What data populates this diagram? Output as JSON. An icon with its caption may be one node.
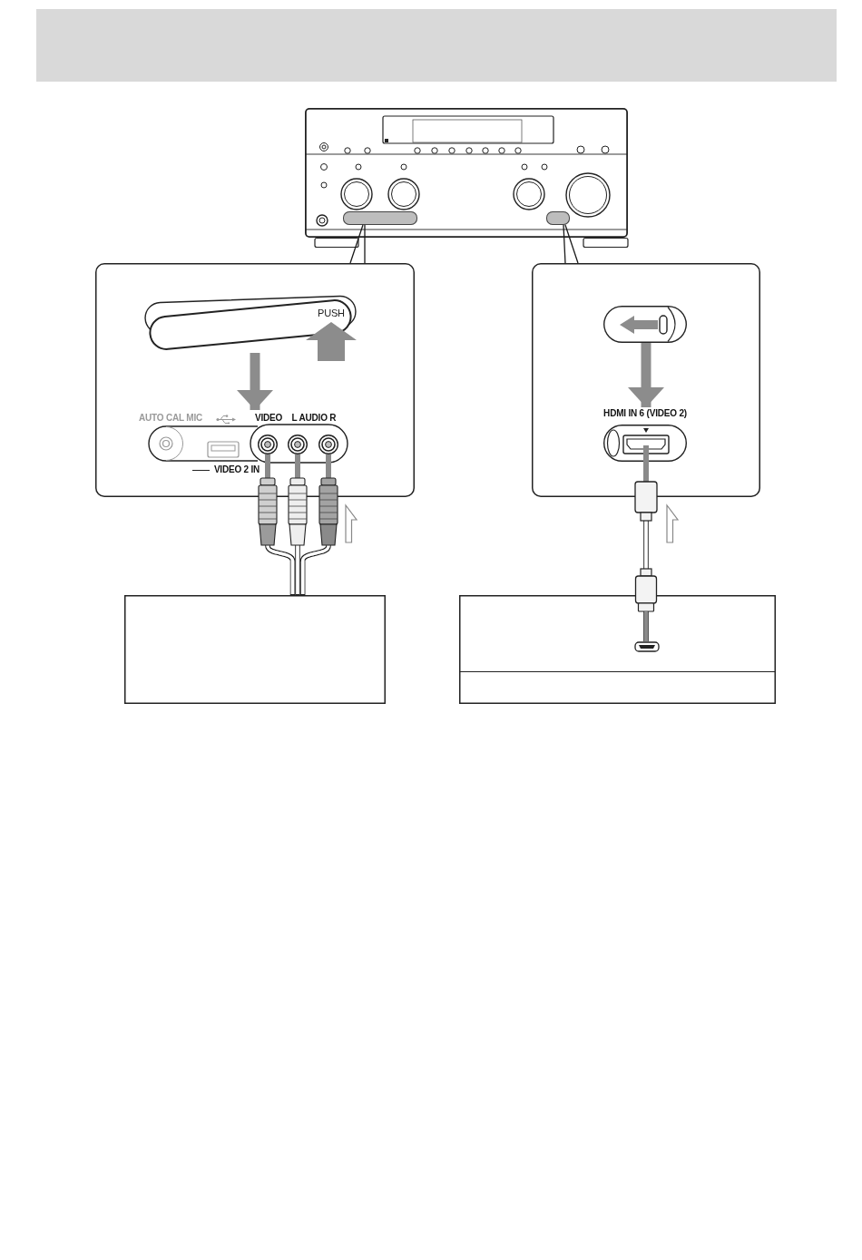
{
  "diagram": {
    "nodes": [
      {
        "text": [],
        "shape": "band"
      },
      {
        "text": [],
        "shape": "picture"
      },
      {
        "text": [],
        "shape": "bar",
        "in": 1
      },
      {
        "text": [],
        "shape": "bar",
        "in": 1
      },
      {
        "text": [],
        "shape": "box"
      },
      {
        "text": [
          "PUSH"
        ],
        "in": 4
      },
      {
        "text": [
          "AUTO CAL MIC",
          "VIDEO",
          "L AUDIO R",
          "VIDEO 2 IN"
        ],
        "in": 4
      },
      {
        "text": [],
        "shape": "circle",
        "in": 6
      },
      {
        "text": [],
        "shape": "circle",
        "in": 6
      },
      {
        "text": [],
        "shape": "circle",
        "in": 6
      },
      {
        "text": [],
        "shape": "box"
      },
      {
        "text": [],
        "shape": "box",
        "in": 10
      },
      {
        "text": [
          "HDMI IN 6 (VIDEO 2)"
        ],
        "in": 10
      },
      {
        "text": [],
        "shape": "box",
        "in": 12
      },
      {
        "text": [],
        "shape": "box"
      },
      {
        "text": [],
        "shape": "box"
      },
      {
        "text": [],
        "shape": "box",
        "in": 15
      }
    ],
    "edges": [
      {
        "from": 4,
        "to": 2,
        "arrow": "none"
      },
      {
        "from": 10,
        "to": 3,
        "arrow": "none"
      },
      {
        "from": 5,
        "to": 6,
        "arrow": "to",
        "style": "thick",
        "color": "#8c8c8c"
      },
      {
        "from": 11,
        "to": 12,
        "arrow": "to",
        "style": "thick",
        "color": "#8c8c8c"
      },
      {
        "from": 14,
        "to": 7,
        "arrow": "none"
      },
      {
        "from": 14,
        "to": 8,
        "arrow": "none"
      },
      {
        "from": 14,
        "to": 9,
        "arrow": "none"
      },
      {
        "from": 16,
        "to": 13,
        "arrow": "none"
      }
    ]
  }
}
